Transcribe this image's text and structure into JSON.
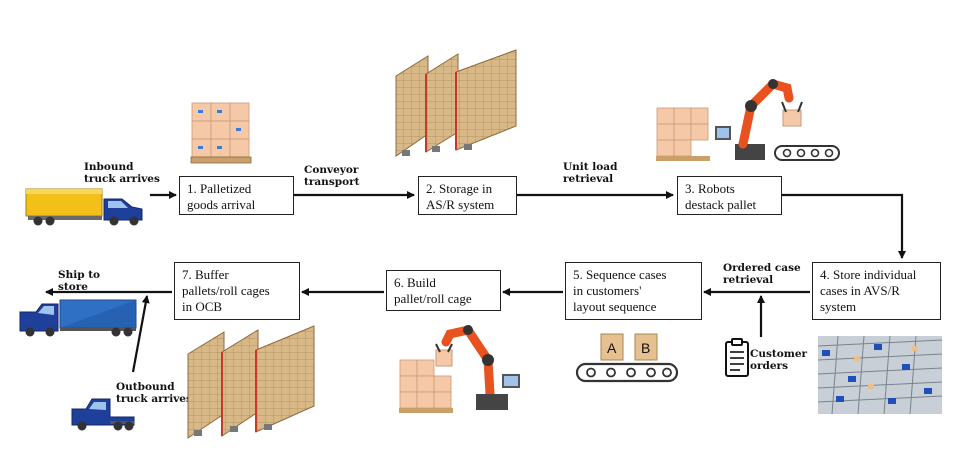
{
  "steps": {
    "s1": {
      "line1": "1. Palletized",
      "line2": "goods arrival"
    },
    "s2": {
      "line1": "2. Storage in",
      "line2": "AS/R system"
    },
    "s3": {
      "line1": "3. Robots",
      "line2": "destack pallet"
    },
    "s4": {
      "line1": "4. Store individual",
      "line2": "cases in AVS/R",
      "line3": "system"
    },
    "s5": {
      "line1": "5. Sequence cases",
      "line2": "in customers'",
      "line3": "layout sequence"
    },
    "s6": {
      "line1": "6. Build",
      "line2": "pallet/roll cage"
    },
    "s7": {
      "line1": "7. Buffer",
      "line2": "pallets/roll cages",
      "line3": "in OCB"
    }
  },
  "labels": {
    "inbound": {
      "line1": "Inbound",
      "line2": "truck arrives"
    },
    "conveyor": {
      "line1": "Conveyor",
      "line2": "transport"
    },
    "unitload": {
      "line1": "Unit load",
      "line2": "retrieval"
    },
    "ordered": {
      "line1": "Ordered case",
      "line2": "retrieval"
    },
    "customer": {
      "line1": "Customer",
      "line2": "orders"
    },
    "ship": {
      "line1": "Ship to",
      "line2": "store"
    },
    "outbound": {
      "line1": "Outbound",
      "line2": "truck arrives"
    }
  },
  "conveyor_cases": [
    "A",
    "B"
  ],
  "colors": {
    "box_fill": "#f5c9a8",
    "rack_fill": "#d9b887",
    "rack_red": "#c43a28",
    "robot_orange": "#e8521e",
    "truck_yellow": "#f2c018",
    "truck_blue": "#1e3f9a",
    "trailer_blue": "#2f6fc4",
    "case_tan": "#e6c08f"
  }
}
